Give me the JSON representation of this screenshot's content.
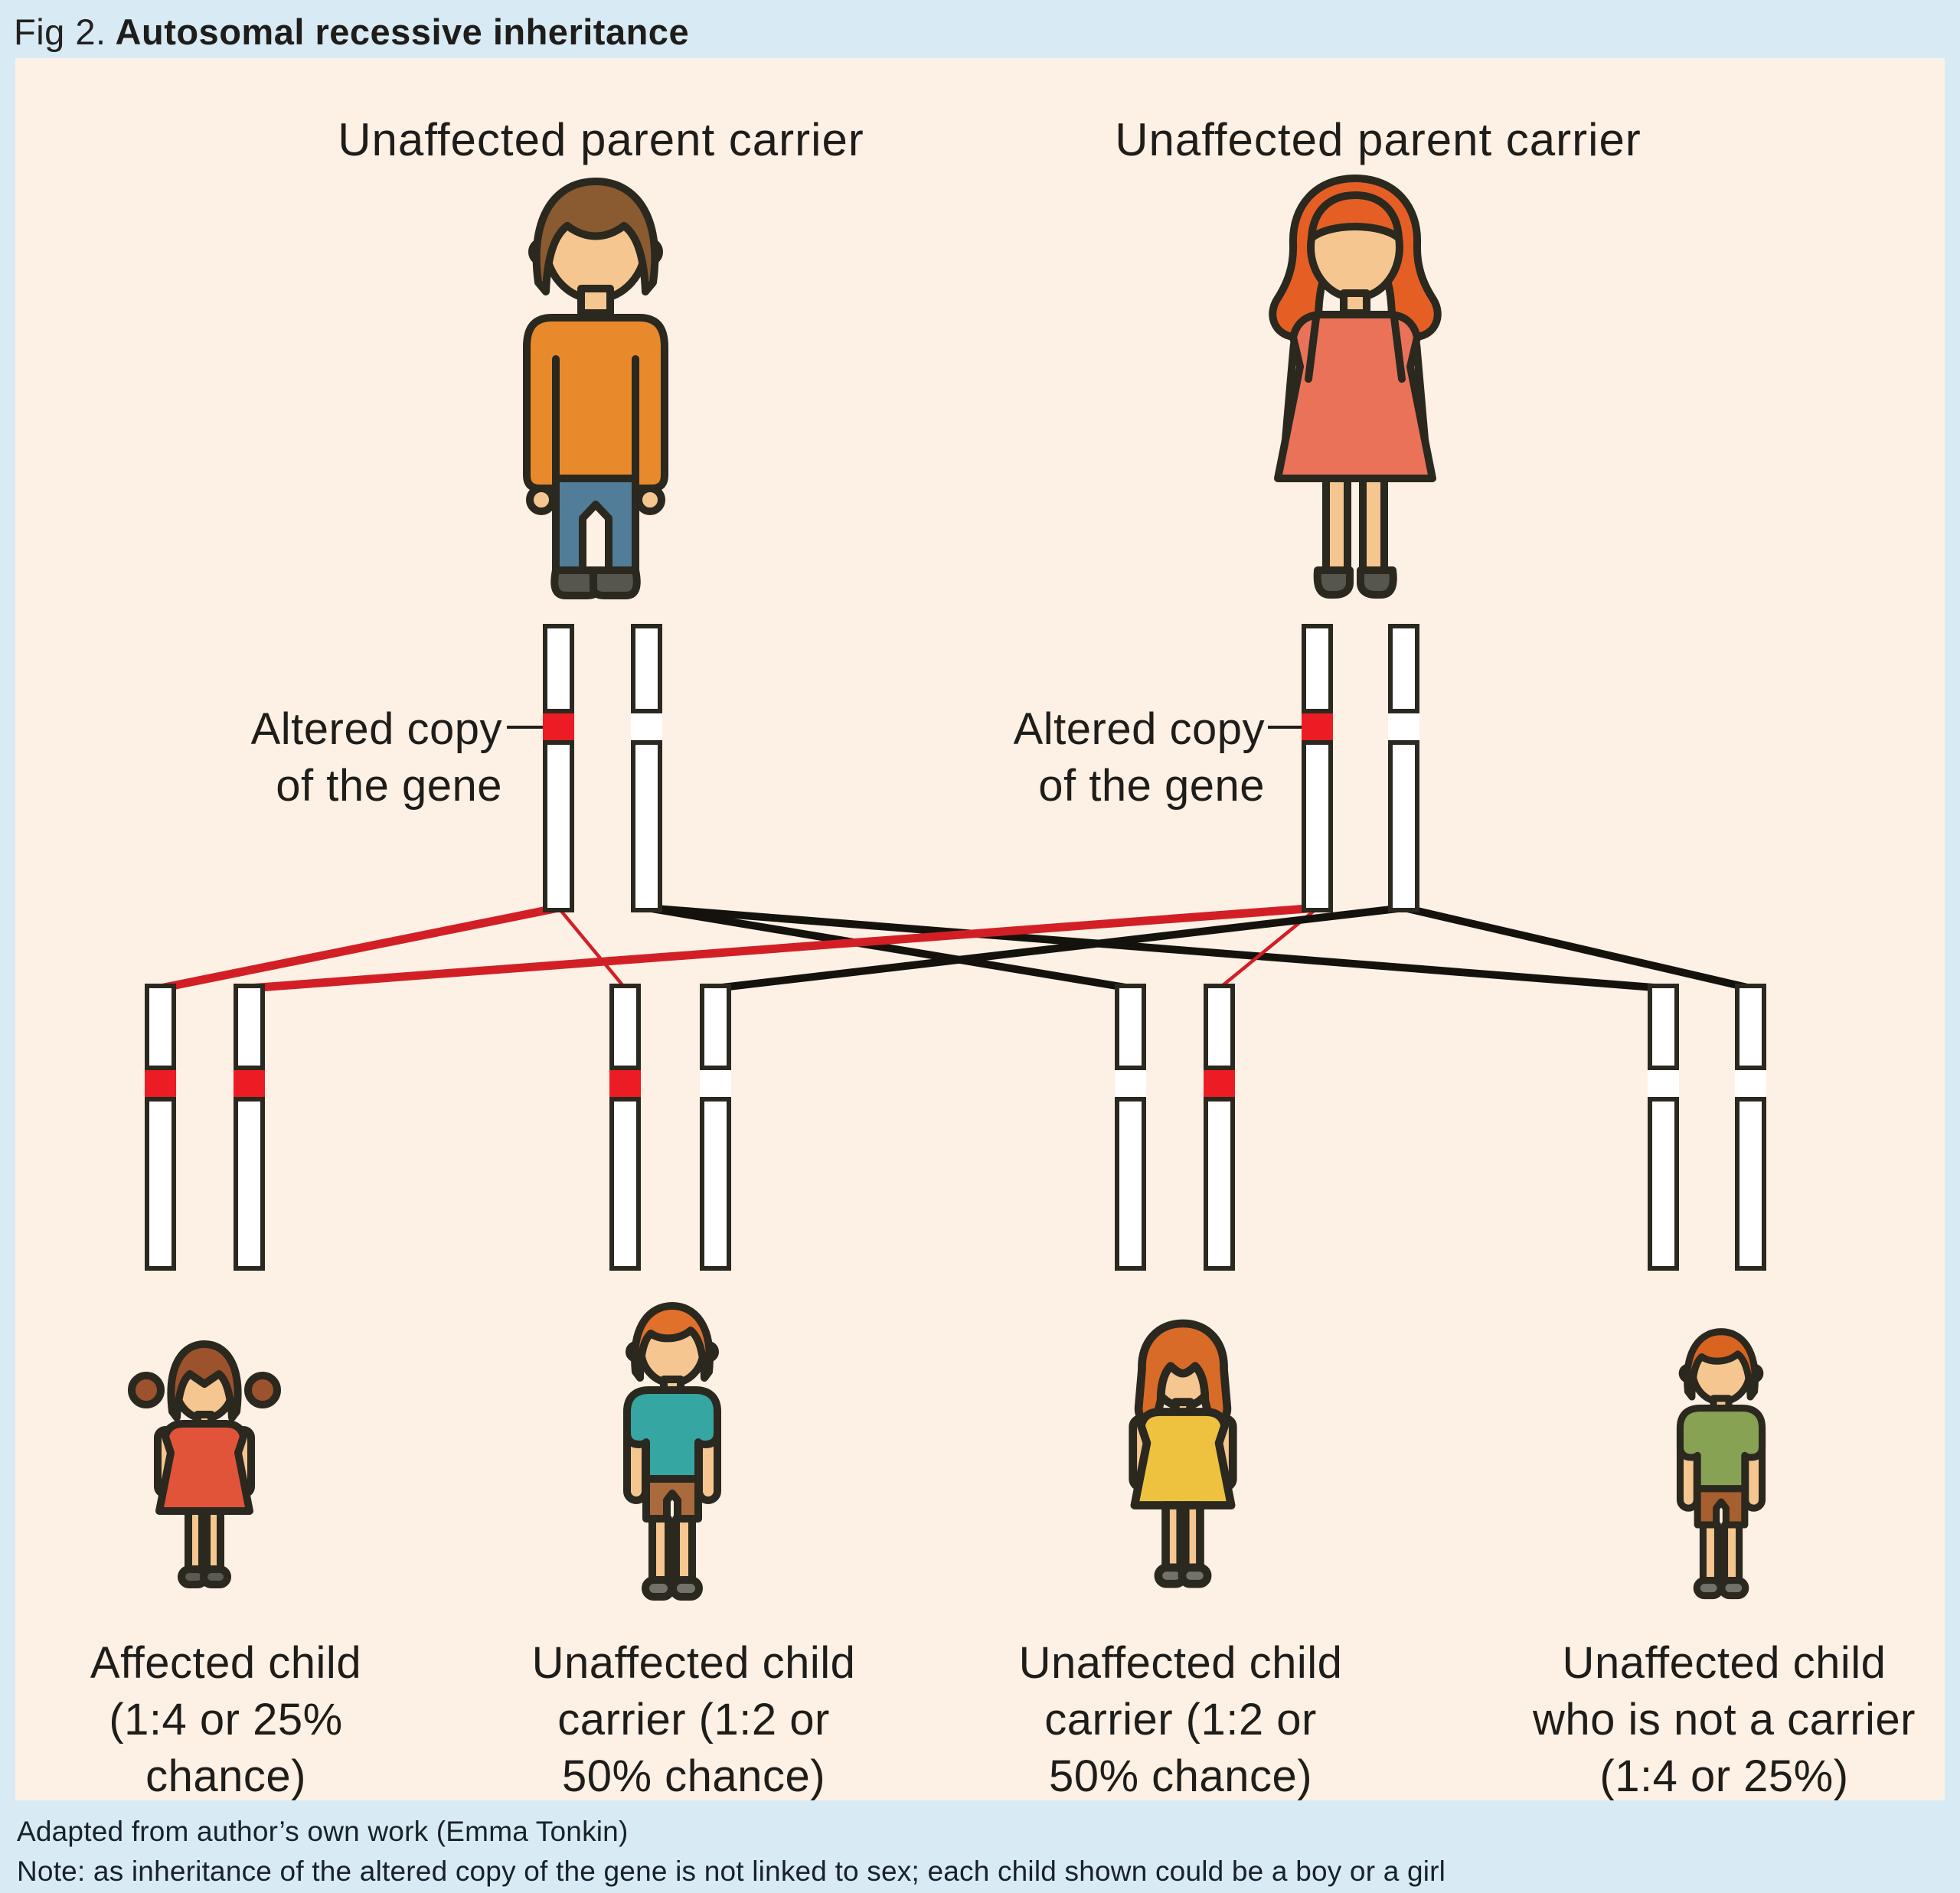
{
  "title": {
    "prefix": "Fig 2.",
    "text": "Autosomal recessive inheritance"
  },
  "parents": {
    "father": {
      "label": "Unaffected parent carrier",
      "chromosomes": [
        "altered",
        "normal"
      ]
    },
    "mother": {
      "label": "Unaffected parent carrier",
      "chromosomes": [
        "altered",
        "normal"
      ]
    }
  },
  "gene_annotation": {
    "line1": "Altered copy",
    "line2": "of the gene"
  },
  "children": [
    {
      "lines": [
        "Affected child",
        "(1:4 or 25%",
        "chance)"
      ],
      "status": "affected",
      "chromosomes": [
        "altered",
        "altered"
      ]
    },
    {
      "lines": [
        "Unaffected child",
        "carrier (1:2 or",
        "50% chance)"
      ],
      "status": "unaffected carrier",
      "chromosomes": [
        "altered",
        "normal"
      ]
    },
    {
      "lines": [
        "Unaffected child",
        "carrier (1:2 or",
        "50% chance)"
      ],
      "status": "unaffected carrier",
      "chromosomes": [
        "normal",
        "altered"
      ]
    },
    {
      "lines": [
        "Unaffected child",
        "who is not a carrier",
        "(1:4 or 25%)"
      ],
      "status": "unaffected non-carrier",
      "chromosomes": [
        "normal",
        "normal"
      ]
    }
  ],
  "inheritance_lines": [
    {
      "from": "father-altered",
      "to": "child-1-left",
      "color": "red",
      "weight": "thick"
    },
    {
      "from": "father-altered",
      "to": "child-2-left",
      "color": "red",
      "weight": "thin"
    },
    {
      "from": "father-normal",
      "to": "child-3-left",
      "color": "black",
      "weight": "regular"
    },
    {
      "from": "father-normal",
      "to": "child-4-left",
      "color": "black",
      "weight": "regular"
    },
    {
      "from": "mother-altered",
      "to": "child-1-right",
      "color": "red",
      "weight": "thick"
    },
    {
      "from": "mother-altered",
      "to": "child-3-right",
      "color": "red",
      "weight": "thin"
    },
    {
      "from": "mother-normal",
      "to": "child-2-right",
      "color": "black",
      "weight": "regular"
    },
    {
      "from": "mother-normal",
      "to": "child-4-right",
      "color": "black",
      "weight": "regular"
    }
  ],
  "footer": {
    "source": "Adapted from author’s own work (Emma Tonkin)",
    "note": "Note: as inheritance of the altered copy of the gene is not linked to sex; each child shown could be a boy or a girl"
  },
  "colors": {
    "page_bg": "#d8eaf3",
    "panel_bg": "#fdf0e4",
    "text": "#1f1d1a",
    "outline": "#2a281f",
    "chromosome_fill": "#ffffff",
    "altered_band": "#ec1c24",
    "red_line": "#d21f26",
    "black_line": "#14120d",
    "skin": "#f6c690",
    "father_hair": "#8a5a30",
    "father_sweater": "#e8892b",
    "father_pants": "#517d99",
    "adult_shoes": "#56564c",
    "mother_hair": "#e55f25",
    "mother_dress": "#e97258",
    "child1_hair": "#9c522c",
    "child1_dress": "#e2543a",
    "child1_shoes": "#5a5a52",
    "child2_hair": "#e0702a",
    "child2_shirt": "#35a6a2",
    "child2_shorts": "#aa6b3c",
    "child3_hair": "#d96b28",
    "child3_dress": "#eec23f",
    "child4_hair": "#d9641f",
    "child4_shirt": "#87a253",
    "child4_shorts": "#a65f2e",
    "child_shoes": "#72726a"
  }
}
